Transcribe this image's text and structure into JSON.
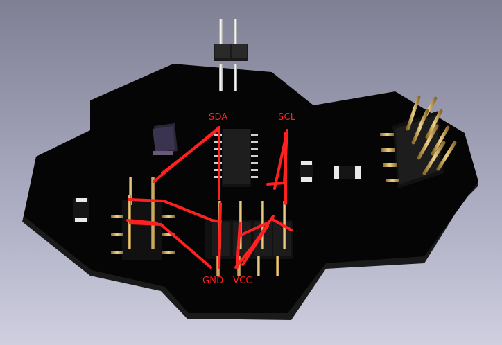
{
  "labels": {
    "sda": "SDA",
    "scl": "SCL",
    "gnd": "GND",
    "vcc": "VCC"
  },
  "colors": {
    "background_top": "#7f8094",
    "background_bottom": "#cfcfe0",
    "board": "#050505",
    "annotation": "#ff2020",
    "pin_gold": "#c9a35a",
    "header_plastic": "#111111"
  }
}
